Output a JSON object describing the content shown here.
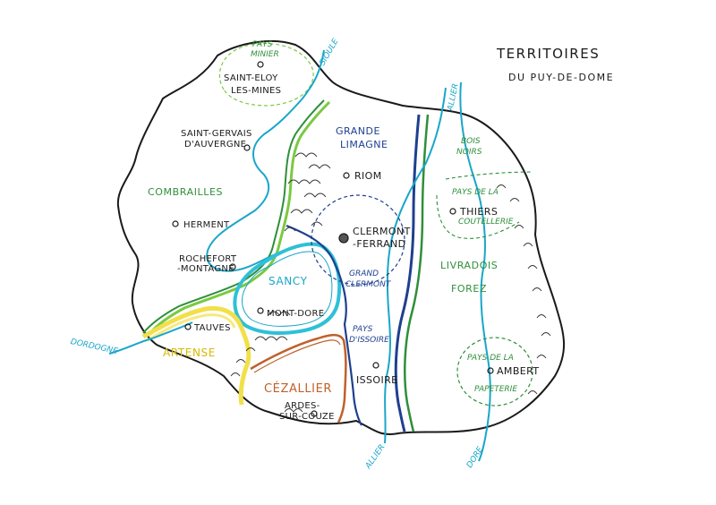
{
  "title": {
    "line1": "TERRITOIRES",
    "line2": "DU PUY-DE-DOME"
  },
  "rivers": {
    "sioule": "SIOULE",
    "allier_top": "ALLIER",
    "allier_bottom": "ALLIER",
    "dordogne": "DORDOGNE",
    "dore": "DORE"
  },
  "territories": {
    "pays_minier": [
      "PAYS",
      "MINIER"
    ],
    "combrailles": "COMBRAILLES",
    "grande_limagne": [
      "GRANDE",
      "LIMAGNE"
    ],
    "grand_clermont": [
      "GRAND",
      "CLERMONT"
    ],
    "sancy": "SANCY",
    "artense": "ARTENSE",
    "cezallier": "CÉZALLIER",
    "pays_issoire": [
      "PAYS",
      "D'ISSOIRE"
    ],
    "livradois_forez": [
      "LIVRADOIS",
      "FOREZ"
    ],
    "bois_noirs": [
      "BOIS",
      "NOIRS"
    ],
    "pays_thiers": [
      "PAYS DE LA",
      "COUTELLERIE"
    ],
    "pays_ambert": [
      "PAYS DE LA",
      "PAPETERIE"
    ]
  },
  "towns": {
    "saint_eloy": [
      "SAINT-ELOY",
      "LES-MINES"
    ],
    "saint_gervais": [
      "SAINT-GERVAIS",
      "D'AUVERGNE"
    ],
    "herment": "HERMENT",
    "rochefort": [
      "ROCHEFORT",
      "-MONTAGNE"
    ],
    "riom": "RIOM",
    "clermont": [
      "CLERMONT",
      "-FERRAND"
    ],
    "thiers": "THIERS",
    "tauves": "TAUVES",
    "mont_dore": "MONT-DORE",
    "issoire": "ISSOIRE",
    "ardes": [
      "ARDES-",
      "SUR-COUZE"
    ],
    "ambert": "AMBERT"
  },
  "colors": {
    "outline": "#1a1a1a",
    "river": "#1aa6c9",
    "allier_blue": "#1f3f8f",
    "green": "#2f8f3a",
    "light_green": "#7ac943",
    "yellow": "#f2e04a",
    "orange": "#c0602a",
    "cyan_sancy": "#2fc0d8"
  }
}
